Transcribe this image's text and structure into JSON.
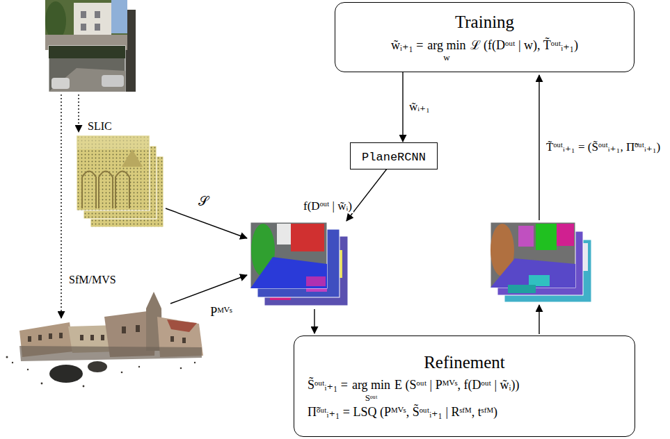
{
  "diagram": {
    "nodes": [
      {
        "text": [
          "Training",
          "w̃ᵢ₊₁ =",
          "arg min",
          "w",
          "ℒ (f(Dᵒᵘᵗ | w), T̃ᵒᵘᵗᵢ₊₁)"
        ]
      },
      {
        "text": [
          "PlaneRCNN"
        ]
      },
      {
        "text": [
          "Refinement",
          "S̃ᵒᵘᵗᵢ₊₁ =",
          "arg min",
          "Sᵒᵘᵗ",
          "E (Sᵒᵘᵗ | Pᴹⱽˢ, f(Dᵒᵘᵗ | w̃ᵢ))",
          "Π̃ᵒᵘᵗᵢ₊₁ = LSQ (Pᴹⱽˢ, S̃ᵒᵘᵗᵢ₊₁ | Rˢᶠᴹ, tˢᶠᴹ)"
        ]
      }
    ],
    "edges": [
      {
        "from": 0,
        "to": 1,
        "arrow": "to",
        "label": "w̃ᵢ₊₁"
      }
    ],
    "labels": [
      "SLIC",
      "SfM/MVS",
      "𝒮",
      "Pᴹⱽˢ",
      "f(Dᵒᵘᵗ | w̃ᵢ)",
      "T̃ᵒᵘᵗᵢ₊₁ = (S̃ᵒᵘᵗᵢ₊₁, Π̃ᵒᵘᵗᵢ₊₁)"
    ]
  }
}
